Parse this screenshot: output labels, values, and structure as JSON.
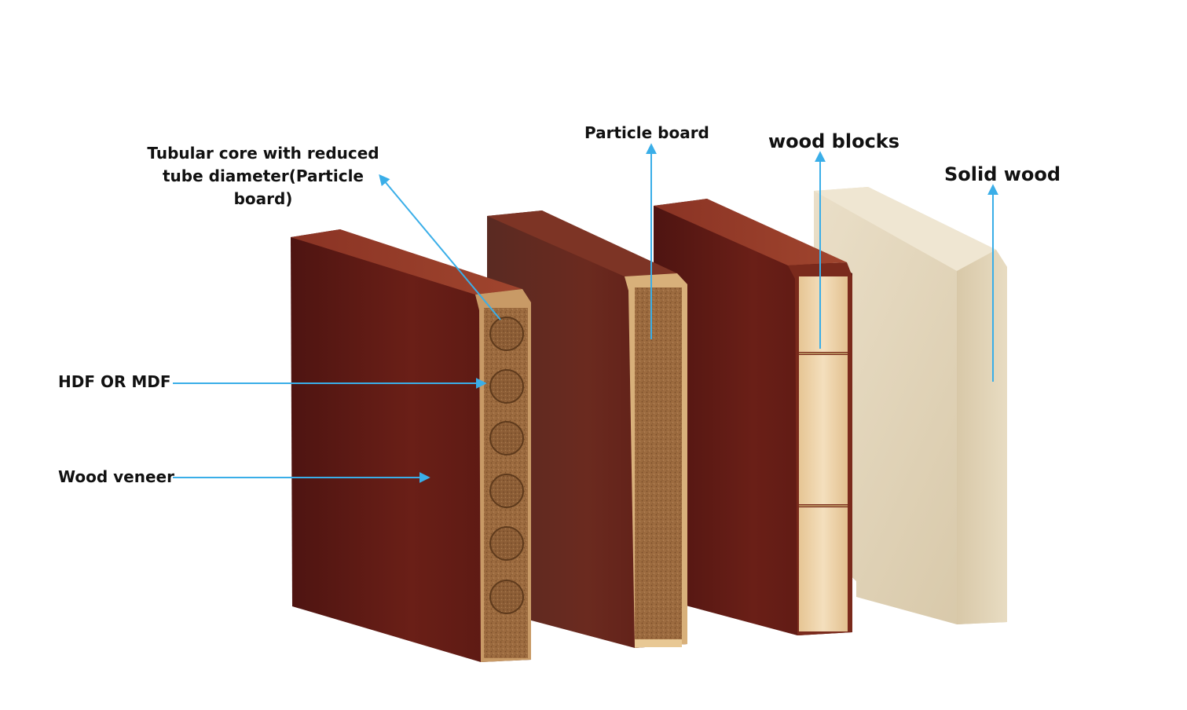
{
  "labels": {
    "tubular_core": "Tubular core with reduced tube diameter(Particle board)",
    "hdf_mdf": "HDF OR MDF",
    "wood_veneer": "Wood veneer",
    "particle_board": "Particle board",
    "wood_blocks": "wood blocks",
    "solid_wood": "Solid wood"
  },
  "colors": {
    "arrow": "#3aaee8",
    "veneer_dark": "#4a1210",
    "veneer_mid": "#6e2118",
    "particle": "#9a6a40",
    "wood_block": "#f0d8b0",
    "solid_wood": "#e8dcc4",
    "label_text": "#111111"
  }
}
